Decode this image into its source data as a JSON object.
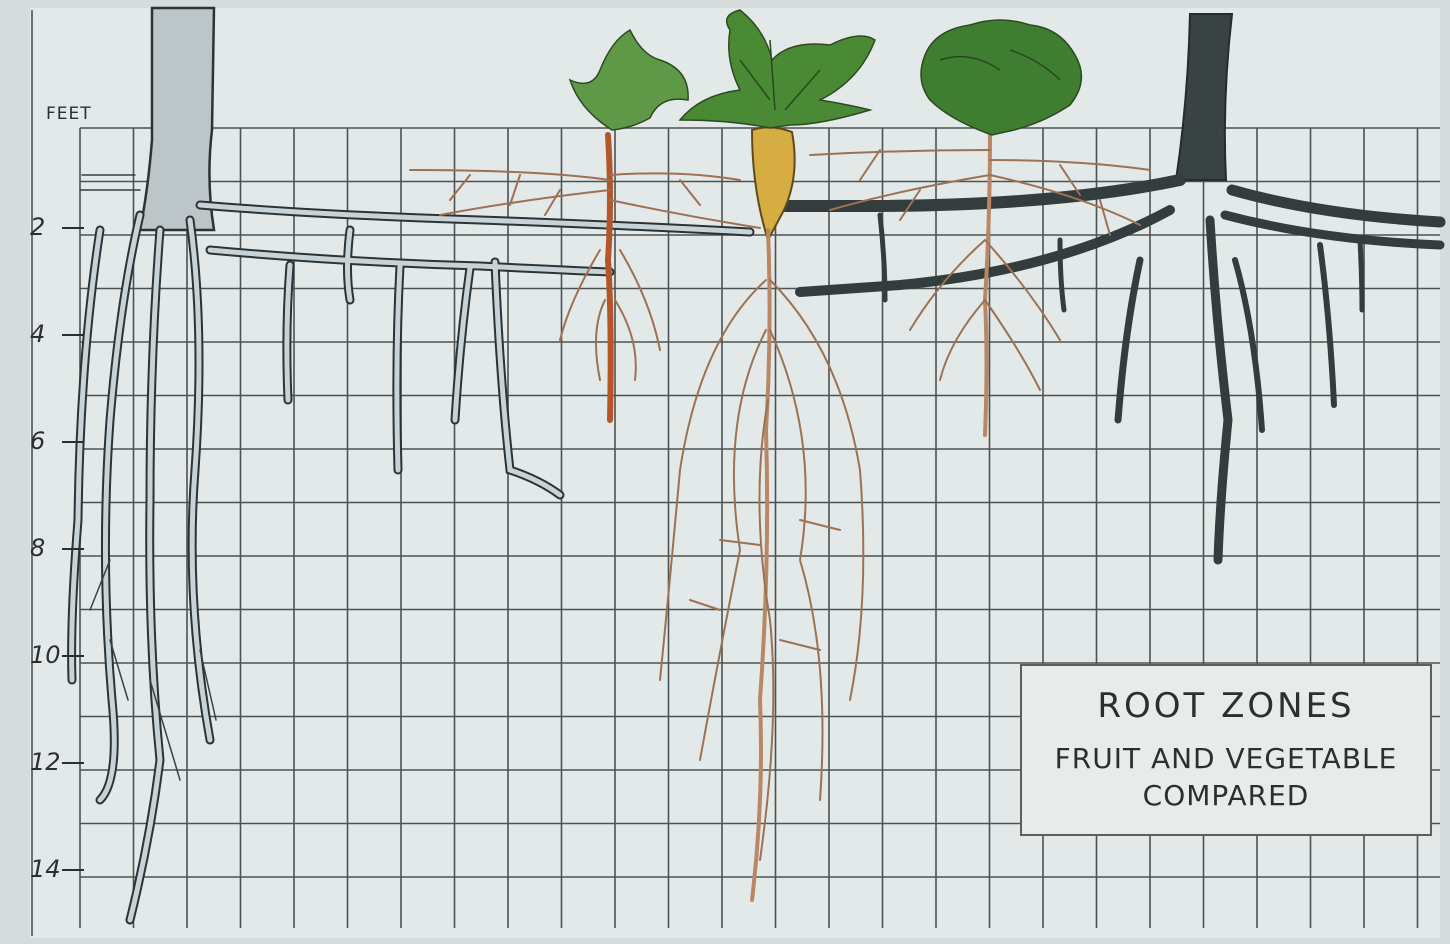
{
  "diagram": {
    "axis_unit": "FEET",
    "depth_ticks": [
      "2",
      "4",
      "6",
      "8",
      "10",
      "12",
      "14"
    ],
    "title_box": {
      "line1": "ROOT ZONES",
      "line2": "FRUIT AND VEGETABLE",
      "line3": "COMPARED"
    },
    "colors": {
      "paper": "#e2e8e7",
      "grid": "#4a5050",
      "left_tree_roots": "#c7d3d6",
      "vegetable_roots": "#b98765",
      "taproot": "#d9b046",
      "right_tree_roots": "#3b4546",
      "foliage": "#4f8a3a"
    }
  }
}
